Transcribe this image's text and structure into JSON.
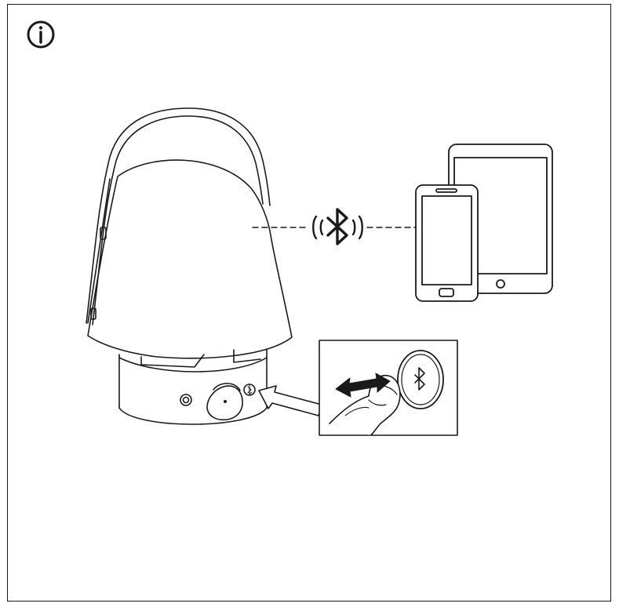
{
  "diagram": {
    "info_symbol": "info-circle-icon",
    "connection_symbol": "bluetooth-icon",
    "devices": [
      "speaker-lamp",
      "smartphone",
      "tablet"
    ],
    "action": "press-bluetooth-button",
    "colors": {
      "line": "#1a1a1a",
      "fill": "#ffffff"
    }
  }
}
